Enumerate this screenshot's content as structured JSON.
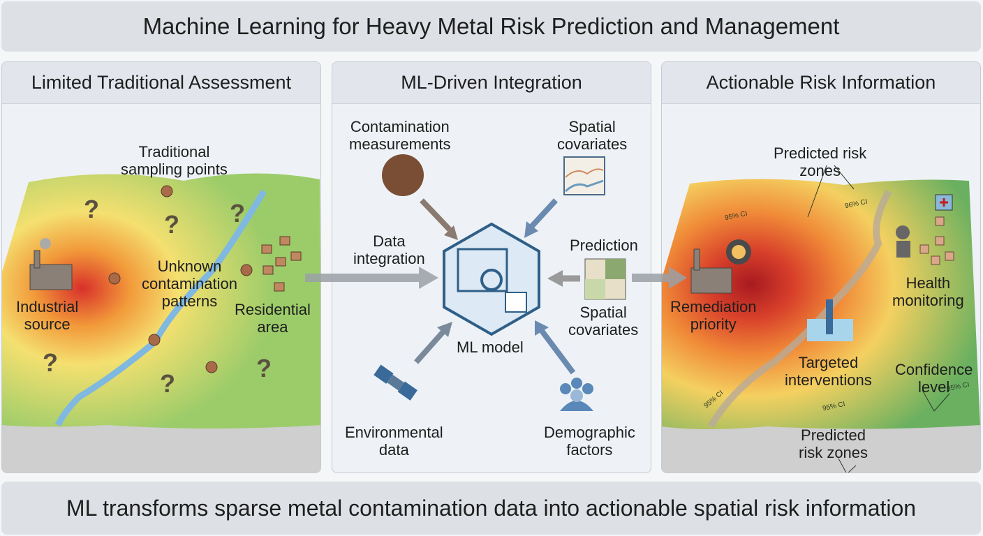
{
  "title": "Machine Learning for Heavy Metal Risk Prediction and Management",
  "footer": "ML transforms sparse metal contamination data into actionable spatial risk information",
  "panels": {
    "left": {
      "header": "Limited Traditional Assessment",
      "labels": {
        "sampling": "Traditional\nsampling points",
        "unknown": "Unknown\ncontamination\npatterns",
        "industrial": "Industrial\nsource",
        "residential": "Residential\narea"
      },
      "question": "?"
    },
    "middle": {
      "header": "ML-Driven Integration",
      "labels": {
        "contamination": "Contamination\nmeasurements",
        "spatial_top": "Spatial\ncovariates",
        "data_integration": "Data\nintegration",
        "prediction": "Prediction",
        "spatial_right": "Spatial\ncovariates",
        "ml_model": "ML model",
        "environmental": "Environmental\ndata",
        "demographic": "Demographic\nfactors"
      }
    },
    "right": {
      "header": "Actionable Risk Information",
      "labels": {
        "risk_top": "Predicted risk\nzones",
        "remediation": "Remediation\npriority",
        "health": "Health\nmonitoring",
        "targeted": "Targeted\ninterventions",
        "confidence": "Confidence\nlevel",
        "risk_bottom": "Predicted\nrisk zones"
      },
      "ci": [
        "95% CI",
        "96% CI",
        "95% CI",
        "95% CI",
        "95% CI"
      ]
    }
  }
}
